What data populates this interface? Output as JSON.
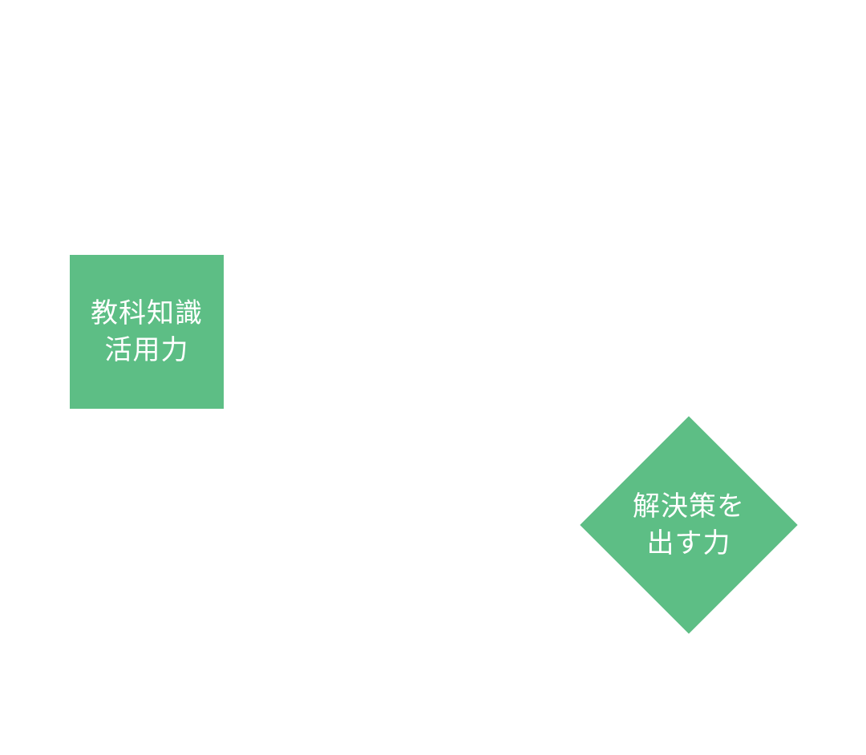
{
  "diagram": {
    "colors": {
      "background": "#ffffff",
      "node_fill": "#5dbe85",
      "label_text": "#ffffff"
    },
    "nodes": [
      {
        "id": "knowledge-application",
        "shape": "square",
        "lines": [
          "教科知識",
          "活用力"
        ]
      },
      {
        "id": "solution-ability",
        "shape": "diamond",
        "lines": [
          "解決策を",
          "出す力"
        ]
      }
    ]
  }
}
